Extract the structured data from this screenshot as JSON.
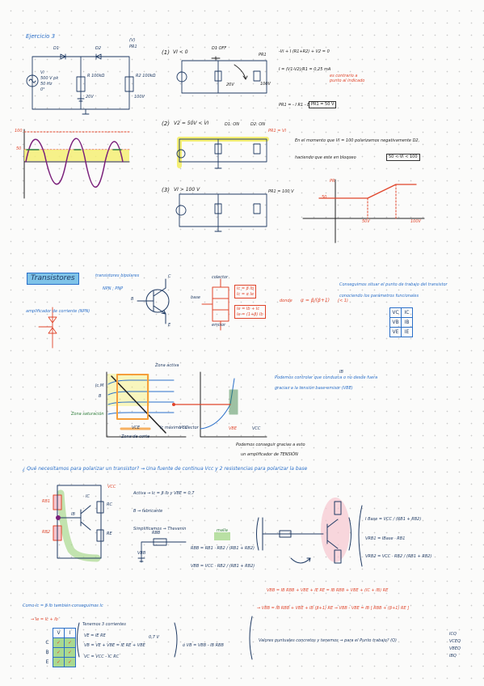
{
  "section1": {
    "title": "Ejercicio 3",
    "circuit": {
      "source_lines": [
        "Vi",
        "500 V pk",
        "50 Hz",
        "0°"
      ],
      "r1": "R  100kΩ",
      "r2": "R2  100kΩ",
      "node": "PR1",
      "node_top": "(V)",
      "diode_labels": [
        "D1",
        "D2"
      ],
      "bat_labels": [
        "20V",
        "100V"
      ]
    },
    "case1": {
      "num": "1",
      "cond": "VI < 0",
      "diodes": "D1 OFF",
      "pr": "PR1",
      "eq1": "-Vi + I (R1+R2) + V2 = 0",
      "eq2": "I = (V1-V2)/R1 = 0,25 mA",
      "note": "es contrario a punto al indicado",
      "bat": [
        "20V",
        "100V"
      ],
      "result_l": "PR1 = - I R1 - E",
      "result_r": "PR1 = 50 V"
    },
    "case2": {
      "num": "2",
      "cond": "V2 = 50V < VI",
      "d1": "D1: ON",
      "d2": "D2: ON",
      "pr": "PR1 = VI",
      "note1": "En el momento que VI = 100 polarizamos negativamente D2,",
      "note2": "haciendo que este en bloqueo",
      "boxed": "50 < VI < 100"
    },
    "case3": {
      "num": "3",
      "cond": "VI > 100 V",
      "pr": "PR1 = 100 V"
    },
    "wave_labels": [
      "100",
      "50"
    ],
    "plot_labels": [
      "PR",
      "50",
      "50V",
      "100V"
    ]
  },
  "section2": {
    "title": "Transistores",
    "types": "transistores bipolares",
    "npn_pnp": "NPN ; PNP",
    "amp": "amplificador de corriente (NPN)",
    "pins": [
      "B",
      "C",
      "E"
    ],
    "colector": "colector",
    "base": "base",
    "emisor": "emisor",
    "box1": [
      "Ic = β Ib",
      "Ic = α Ie"
    ],
    "box2": [
      "Ie = Ib + Ic",
      "Ie = (1+β) Ib"
    ],
    "donde": "donde",
    "alpha": "α = β/(β+1)",
    "alpha_note": "(< 1)",
    "conseguimos1": "Conseguimos situar el punto de trabajo del transistor",
    "conseguimos2": "conociendo los parámetros funcionales",
    "params": [
      [
        "VC",
        "IC"
      ],
      [
        "VB",
        "IB"
      ],
      [
        "VE",
        "IE"
      ]
    ],
    "ib_label": "IB",
    "podemos1": "Podemos controlar que conduzca o no desde fuera",
    "podemos2": "gracias a la tensión base-emisor (VBE)",
    "zona_activa": "Zona activa",
    "zona_sat": "Zona saturación",
    "corte": "Zona de corte",
    "max_col": "Ic máximo colector",
    "vce_label": "VCE",
    "vcc_label": "VCC",
    "vbe_label": "VBE",
    "ic_label": "Ic",
    "ib2": "B",
    "ic_max": "Ic,M",
    "ampl1": "Podemos conseguir gracias a esto",
    "ampl2": "un amplificador de TENSIÓN"
  },
  "section3": {
    "question": "¿ Qué necesitamos para polarizar un transistor? ⇝ Una fuente de continua Vcc y 2 resistencias para polarizar la base",
    "activa": "Activa ⇝ Ic = β Ib  y  VBE = 0,7",
    "b_fabricante": "B ⇝ fabricante",
    "simplif": "Simplificamos ⇝ Thevenin",
    "malla": "malla",
    "rbb": "RBB = RB1 · RB2 / (RB1 + RB2)",
    "vbb": "VBB = VCC · RB2 / (RB1 + RB2)",
    "labels": [
      "RB1",
      "RB2",
      "RC",
      "RE",
      "VCC",
      "IB",
      "IC",
      "RBB",
      "VBB"
    ],
    "ibase": "I Base = VCC / (RB1 + RB2)",
    "vrb1": "VRB1 = IBase · RB1",
    "vrb2": "VRB2 = VCC · RB2 / (RB1 + RB2)",
    "eq1": "VBB = IB RBB + VBE + IE RE  =  IB RBB + VBE + (IC + IB) RE",
    "eq2": "⇝ VBB = IB RBB + VBE + IB (β+1) RE  ⇝  VBB - VBE = IB [ RBB + (β+1) RE ]",
    "como": "Como  Ic = β Ib  también conseguimos Ic",
    "ie_ic": "⇝ Ie = Ic + Ib",
    "tenemos": "Tenemos 3 corrientes",
    "table_head": [
      "V",
      "I"
    ],
    "table_rows": [
      "C",
      "B",
      "E"
    ],
    "v_eqs": [
      "VE = IE RE",
      "VB = VE + VBE = IE RE + VBE",
      "VC = VCC - IC RC"
    ],
    "vce_sat": "0,7 V",
    "o_eq": "ó  VB = VBB - IB RBB",
    "valores": "Valores puntuales concretos y tenemos ⇝ para el Punto trabajo? (Q)",
    "q_list": [
      "ICQ",
      "VCEQ",
      "VBEQ",
      "IBQ"
    ]
  }
}
